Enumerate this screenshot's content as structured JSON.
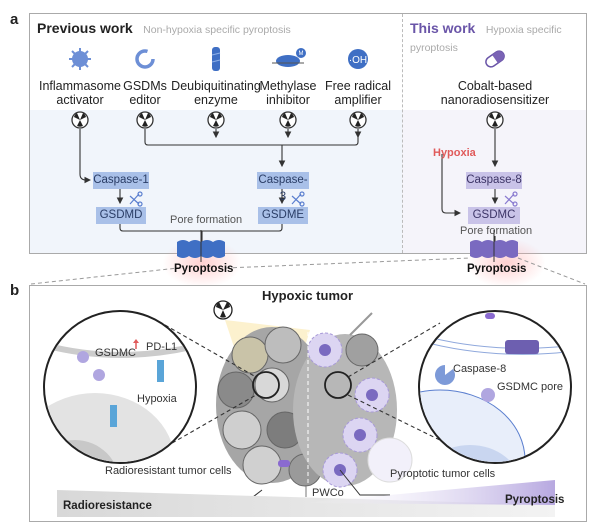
{
  "panel_a": {
    "label": "a",
    "previous": {
      "title": "Previous work",
      "subtitle": "Non-hypoxia specific pyroptosis",
      "agents": [
        {
          "icon": "inflammasome-icon",
          "line1": "Inflammasome",
          "line2": "activator"
        },
        {
          "icon": "gsdms-editor-icon",
          "line1": "GSDMs",
          "line2": "editor"
        },
        {
          "icon": "deubiquitinating-enzyme-icon",
          "line1": "Deubiquitinating",
          "line2": "enzyme"
        },
        {
          "icon": "methylase-inhibitor-icon",
          "line1": "Methylase",
          "line2": "inhibitor",
          "badge": "M"
        },
        {
          "icon": "free-radical-icon",
          "line1": "Free radical",
          "line2": "amplifier",
          "badge": "·OH"
        }
      ],
      "caspase1": "Caspase-1",
      "caspase3": "Caspase-3",
      "gsdmd": "GSDMD",
      "gsdme": "GSDME",
      "pore_formation": "Pore formation",
      "pyroptosis": "Pyroptosis"
    },
    "this_work": {
      "title": "This work",
      "subtitle": "Hypoxia specific pyroptosis",
      "agent_line1": "Cobalt-based",
      "agent_line2": "nanoradiosensitizer",
      "hypoxia": "Hypoxia",
      "caspase8": "Caspase-8",
      "gsdmc": "GSDMC",
      "pore_formation": "Pore formation",
      "pyroptosis": "Pyroptosis"
    }
  },
  "panel_b": {
    "label": "b",
    "title": "Hypoxic tumor",
    "left_zoom": {
      "gsdmc": "GSDMC",
      "pdl1": "PD-L1",
      "hypoxia": "Hypoxia"
    },
    "right_zoom": {
      "caspase8": "Caspase-8",
      "gsdmc_pore": "GSDMC pore"
    },
    "radioresistant_label": "Radioresistant tumor cells",
    "pyroptotic_label": "Pyroptotic tumor cells",
    "pwco_label": "PWCo",
    "bar_left": "Radioresistance",
    "bar_right": "Pyroptosis"
  },
  "colors": {
    "accent_purple": "#7a63b5",
    "hypoxia_red": "#e05a5a",
    "caspase_blue": "#a9c0e8",
    "caspase_purple": "#c9c3e8",
    "icon_blue": "#3f6fc4"
  }
}
